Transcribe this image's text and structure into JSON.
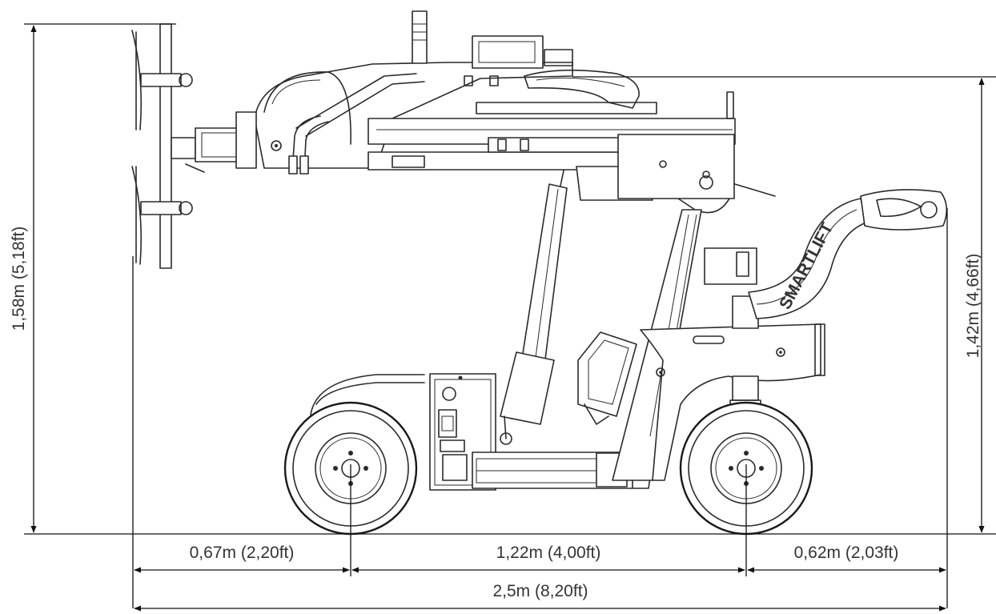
{
  "dimensions": {
    "total_height": "1,58m (5,18ft)",
    "handle_height": "1,42m (4,66ft)",
    "front_overhang": "0,67m (2,20ft)",
    "wheelbase": "1,22m (4,00ft)",
    "rear_overhang": "0,62m (2,03ft)",
    "total_length": "2,5m (8,20ft)"
  },
  "branding": {
    "handle_text": "SMARTLIFT"
  }
}
